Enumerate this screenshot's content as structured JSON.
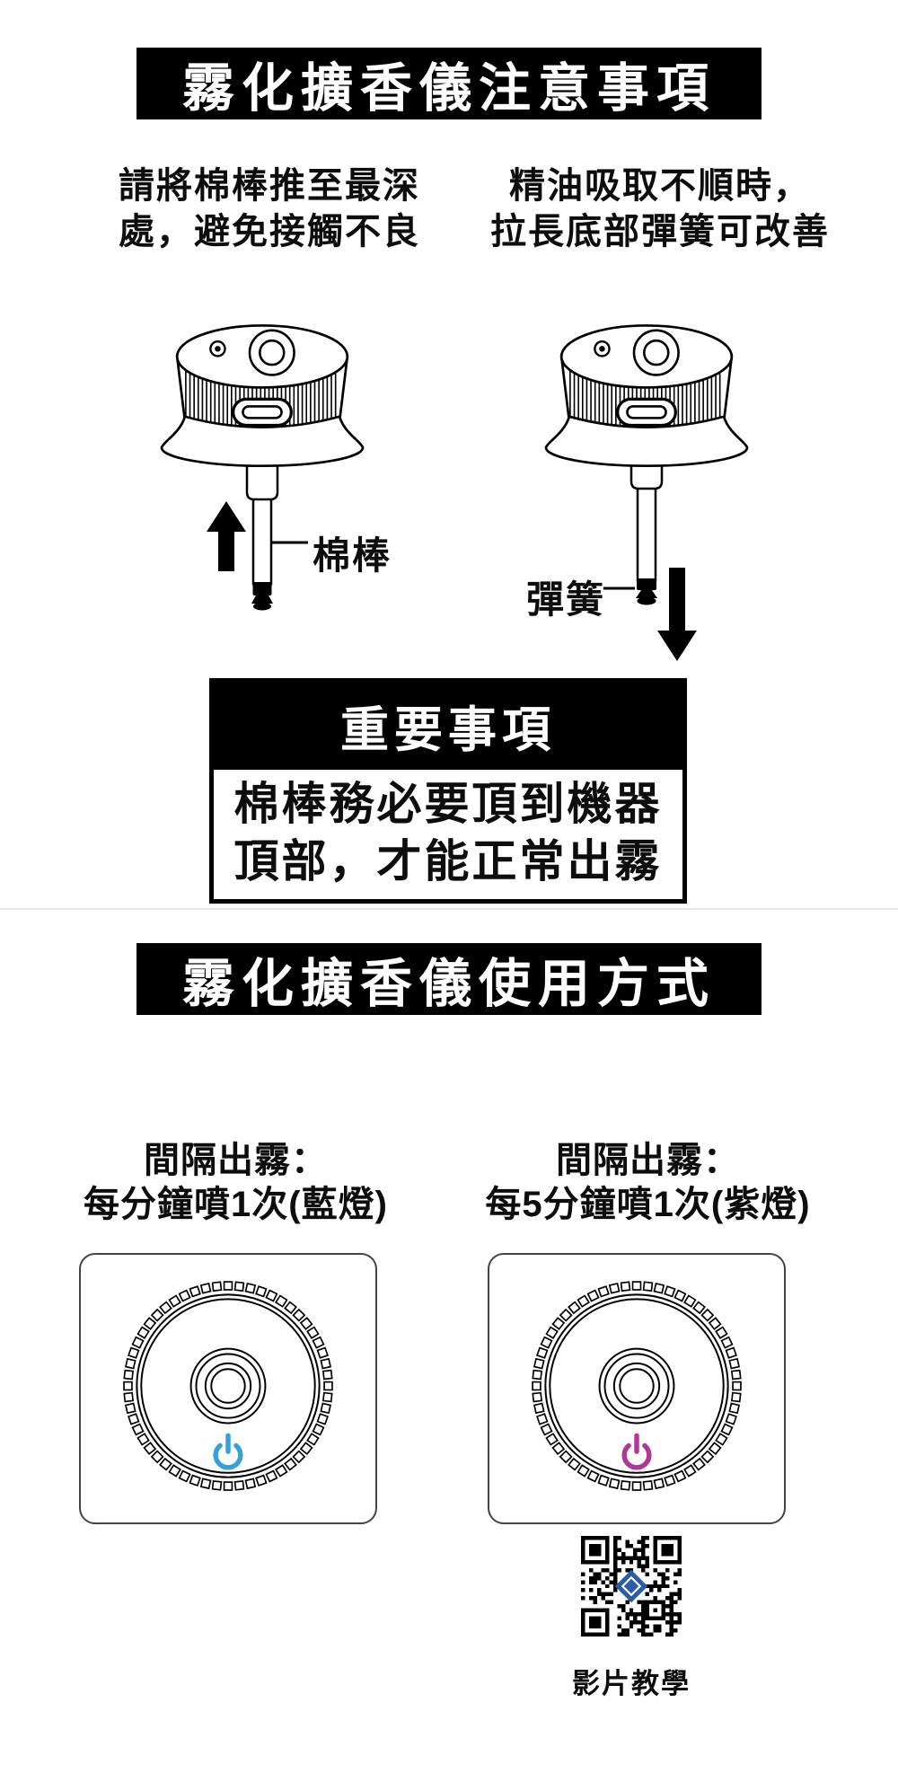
{
  "colors": {
    "banner_bg": "#000000",
    "banner_text": "#ffffff",
    "text": "#0d0d0d",
    "blue_led": "#35a0dc",
    "purple_led": "#b23795",
    "qr_logo_blue": "#2b5caa",
    "card_border": "#444444",
    "divider": "#e9e9e9"
  },
  "precautions": {
    "banner": "霧化擴香儀注意事項",
    "left_note": {
      "line1": "請將棉棒推至最深",
      "line2": "處，避免接觸不良",
      "part_label": "棉棒",
      "arrow_direction": "up"
    },
    "right_note": {
      "line1": "精油吸取不順時，",
      "line2": "拉長底部彈簧可改善",
      "part_label": "彈簧",
      "arrow_direction": "down"
    }
  },
  "important": {
    "header": "重要事項",
    "line1": "棉棒務必要頂到機器",
    "line2": "頂部，才能正常出霧"
  },
  "usage": {
    "banner": "霧化擴香儀使用方式",
    "blue_mode": {
      "line1": "間隔出霧：",
      "line2": "每分鐘噴1次(藍燈)",
      "led_color": "#35a0dc"
    },
    "purple_mode": {
      "line1": "間隔出霧：",
      "line2": "每5分鐘噴1次(紫燈)",
      "led_color": "#b23795"
    }
  },
  "footer": {
    "qr_label": "影片教學"
  },
  "icons": {
    "up_arrow": "▲",
    "down_arrow": "▼",
    "power": "⏻"
  }
}
